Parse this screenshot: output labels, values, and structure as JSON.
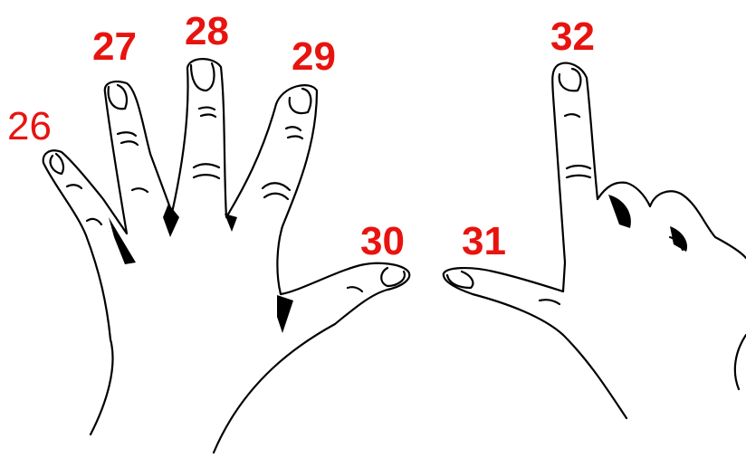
{
  "label_color": "#e8130f",
  "line_color": "#000000",
  "numbers": {
    "n26": "26",
    "n27": "27",
    "n28": "28",
    "n29": "29",
    "n30": "30",
    "n31": "31",
    "n32": "32"
  }
}
